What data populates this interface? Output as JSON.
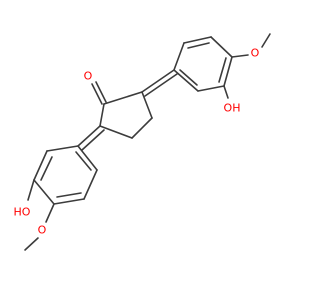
{
  "molecule": {
    "colors": {
      "bond": "#3c3c3c",
      "oxygen": "#ff0000",
      "background": "#ffffff"
    },
    "atom_labels": {
      "carbonyl_oxygen": "O",
      "hydroxyl_top": "OH",
      "methoxy_top": "O",
      "hydroxyl_bottom": "HO",
      "methoxy_bottom": "O"
    }
  }
}
